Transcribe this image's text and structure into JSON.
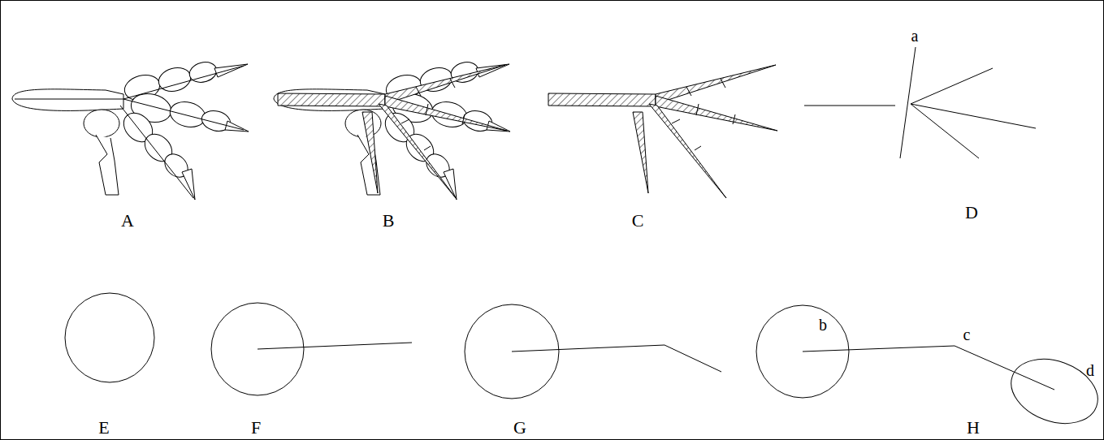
{
  "diagram": {
    "labels": [
      "A",
      "B",
      "C",
      "D",
      "a",
      "E",
      "F",
      "G",
      "H",
      "b",
      "c",
      "d"
    ]
  }
}
